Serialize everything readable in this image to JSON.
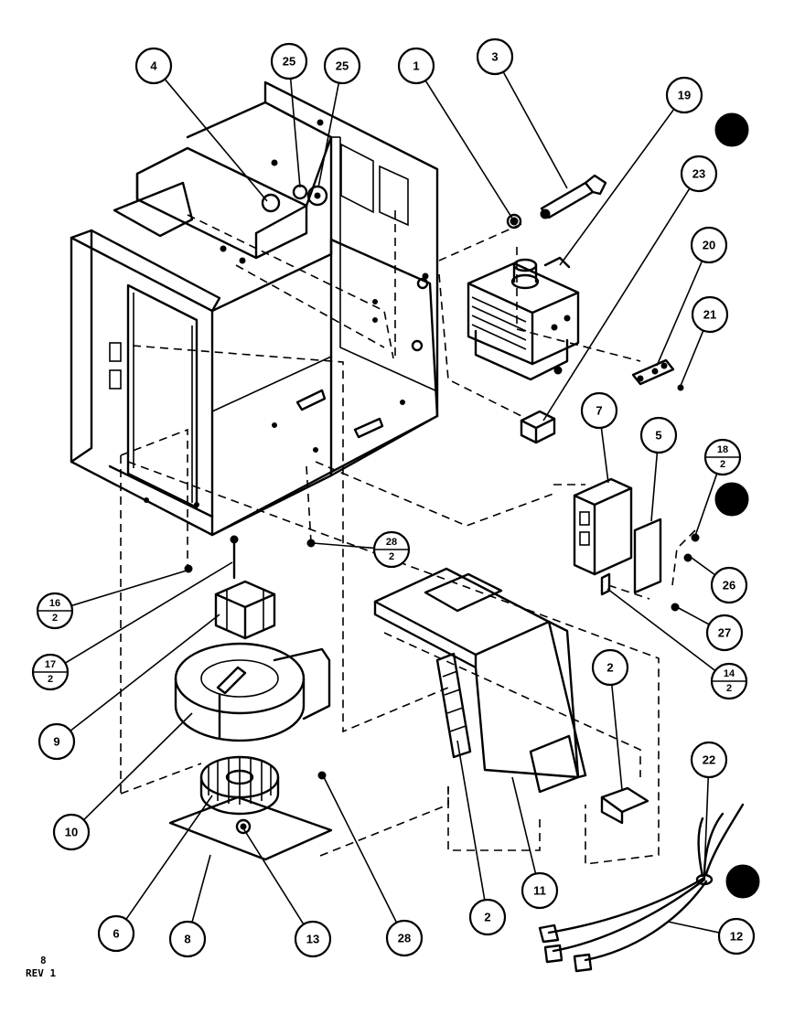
{
  "footer": {
    "page_number": "8",
    "revision": "REV 1"
  },
  "callouts": [
    {
      "id": "c1",
      "label": "1"
    },
    {
      "id": "c2a",
      "label": "2"
    },
    {
      "id": "c2b",
      "label": "2"
    },
    {
      "id": "c3",
      "label": "3"
    },
    {
      "id": "c4",
      "label": "4"
    },
    {
      "id": "c5",
      "label": "5"
    },
    {
      "id": "c6",
      "label": "6"
    },
    {
      "id": "c7",
      "label": "7"
    },
    {
      "id": "c8",
      "label": "8"
    },
    {
      "id": "c9",
      "label": "9"
    },
    {
      "id": "c10",
      "label": "10"
    },
    {
      "id": "c11",
      "label": "11"
    },
    {
      "id": "c12",
      "label": "12"
    },
    {
      "id": "c13",
      "label": "13"
    },
    {
      "id": "c19",
      "label": "19"
    },
    {
      "id": "c20",
      "label": "20"
    },
    {
      "id": "c21",
      "label": "21"
    },
    {
      "id": "c22",
      "label": "22"
    },
    {
      "id": "c23",
      "label": "23"
    },
    {
      "id": "c25a",
      "label": "25"
    },
    {
      "id": "c25b",
      "label": "25"
    },
    {
      "id": "c26",
      "label": "26"
    },
    {
      "id": "c27",
      "label": "27"
    },
    {
      "id": "c28a",
      "label": "28"
    },
    {
      "id": "c28b",
      "label": "28"
    }
  ],
  "fraction_callouts": [
    {
      "id": "f16",
      "num": "16",
      "den": "2"
    },
    {
      "id": "f17",
      "num": "17",
      "den": "2"
    },
    {
      "id": "f18",
      "num": "18",
      "den": "2"
    },
    {
      "id": "f14",
      "num": "14",
      "den": "2"
    },
    {
      "id": "f28",
      "num": "28",
      "den": "2"
    }
  ]
}
